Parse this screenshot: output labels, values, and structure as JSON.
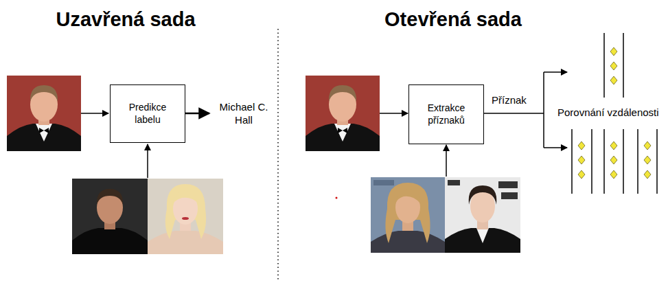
{
  "diagram": {
    "nodes": [
      {
        "text": [
          "Predikce labelu"
        ]
      },
      {
        "text": [
          "Extrakce příznaků"
        ]
      }
    ],
    "labels": [
      "Uzavřená sada",
      "Otevřená sada",
      "Michael C. Hall",
      "Příznak",
      "Porovnání vzdálenosti"
    ]
  }
}
